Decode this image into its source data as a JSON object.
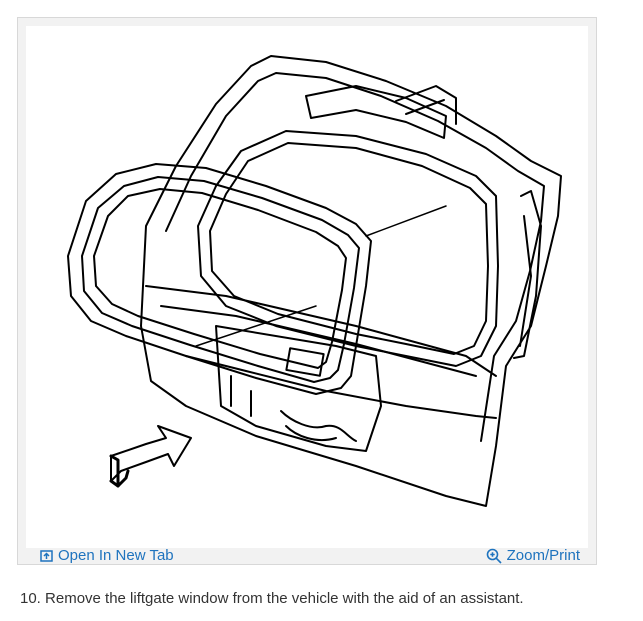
{
  "figure": {
    "open_in_new_tab_label": "Open In New Tab",
    "zoom_print_label": "Zoom/Print",
    "link_color": "#1e73be",
    "illustration": "liftgate-window-removal-diagram"
  },
  "caption": "10. Remove the liftgate window from the vehicle with the aid of an assistant."
}
